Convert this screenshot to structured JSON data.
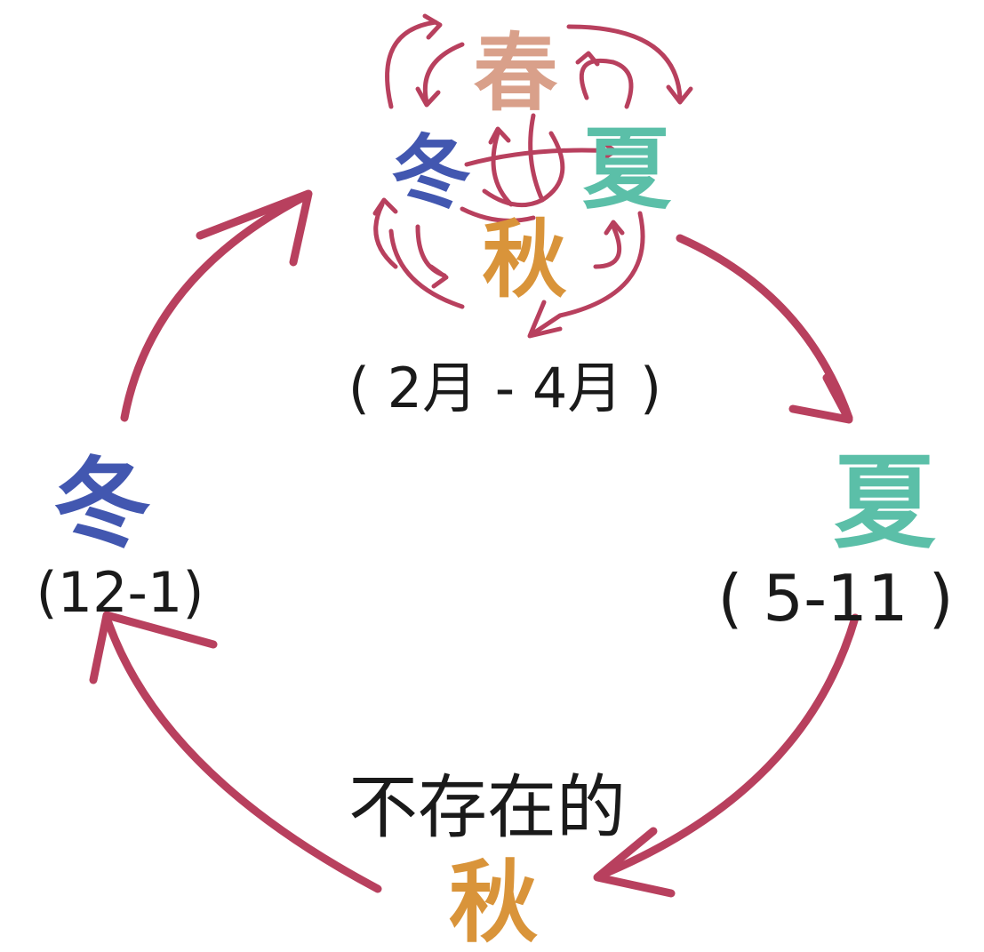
{
  "colors": {
    "arrow": "#b8405e",
    "swirl": "#b8405e",
    "spring": "#d9a08a",
    "summer": "#5bbfa8",
    "autumn": "#d9943a",
    "winter": "#4257b0",
    "text": "#1a1a1a"
  },
  "top_cluster": {
    "spring": "春",
    "winter": "冬",
    "summer": "夏",
    "autumn": "秋",
    "range": "( 2月 - 4月 )"
  },
  "right_node": {
    "season": "夏",
    "range": "( 5-11 )"
  },
  "left_node": {
    "season": "冬",
    "range": "(12-1)"
  },
  "bottom_node": {
    "caption": "不存在的",
    "season": "秋"
  }
}
